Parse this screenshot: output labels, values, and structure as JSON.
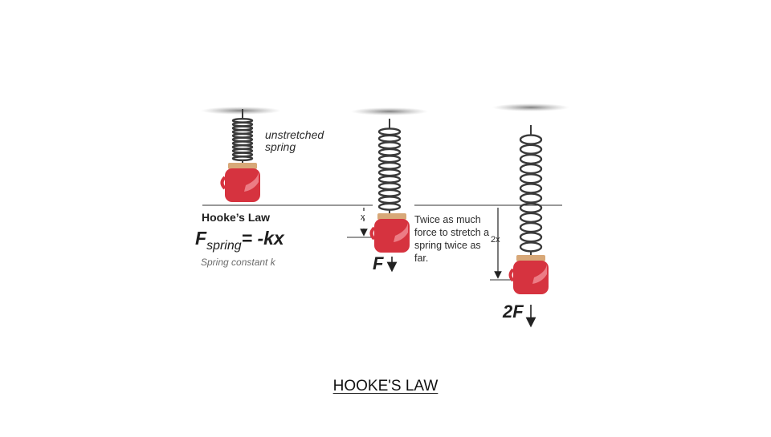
{
  "diagram": {
    "annotation_unstretched": "unstretched spring",
    "law_heading": "Hooke’s Law",
    "formula": {
      "f": "F",
      "sub": "spring",
      "rhs": "= -kx"
    },
    "spring_constant": "Spring constant k",
    "annotation_twice": "Twice as much force to stretch a spring twice as far.",
    "label_x": "x",
    "label_2x": "2x",
    "force_f": "F",
    "force_2f": "2F"
  },
  "caption": "HOOKE'S LAW",
  "colors": {
    "jar": "#d6333f",
    "lid": "#d8a878",
    "spring": "#3a3a3a",
    "text": "#2b2b2b"
  }
}
